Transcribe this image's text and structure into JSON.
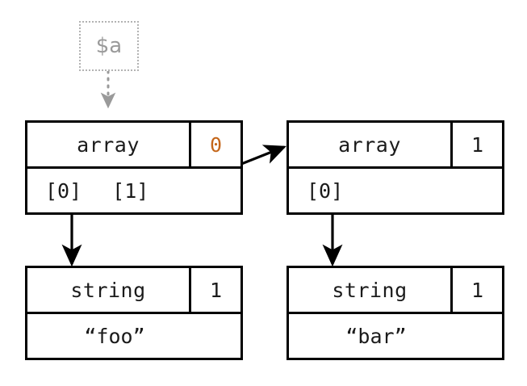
{
  "diagram": {
    "title": "php-zval-array-reference-diagram",
    "colors": {
      "box_border": "#000000",
      "background": "#ffffff",
      "text": "#1b1b1b",
      "refcount_highlight": "#c4661a",
      "symbol_text": "#9a9a9a",
      "symbol_border": "#b3b3b3",
      "solid_arrow": "#000000",
      "dotted_arrow": "#9a9a9a"
    },
    "symbol": {
      "label": "$a",
      "style": "dotted"
    },
    "nodes": [
      {
        "id": "array-outer",
        "type_label": "array",
        "refcount": "0",
        "refcount_highlight": true,
        "slots": [
          "[0]",
          "[1]"
        ]
      },
      {
        "id": "array-inner",
        "type_label": "array",
        "refcount": "1",
        "refcount_highlight": false,
        "slots": [
          "[0]"
        ]
      },
      {
        "id": "string-foo",
        "type_label": "string",
        "refcount": "1",
        "refcount_highlight": false,
        "value": "“foo”"
      },
      {
        "id": "string-bar",
        "type_label": "string",
        "refcount": "1",
        "refcount_highlight": false,
        "value": "“bar”"
      }
    ],
    "edges": [
      {
        "id": "edge-symbol-to-array-outer",
        "from": "$a",
        "to": "array-outer",
        "style": "dotted",
        "color": "#9a9a9a"
      },
      {
        "id": "edge-outer1-to-inner",
        "from": "array-outer[1]",
        "to": "array-inner",
        "style": "solid",
        "color": "#000000"
      },
      {
        "id": "edge-outer0-to-foo",
        "from": "array-outer[0]",
        "to": "string-foo",
        "style": "solid",
        "color": "#000000"
      },
      {
        "id": "edge-inner0-to-bar",
        "from": "array-inner[0]",
        "to": "string-bar",
        "style": "solid",
        "color": "#000000"
      }
    ]
  }
}
